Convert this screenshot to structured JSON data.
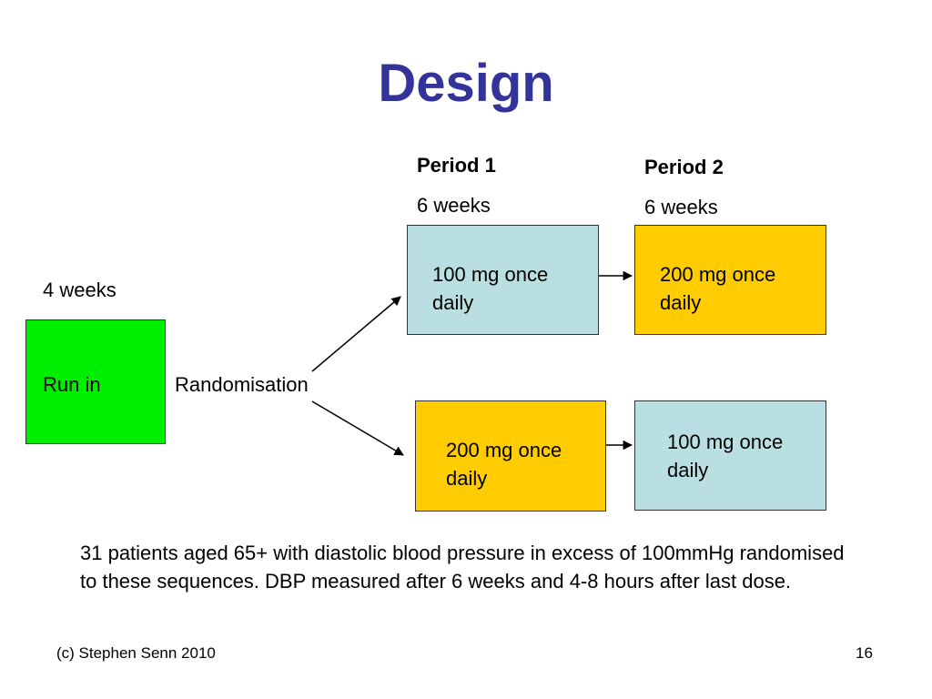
{
  "slide": {
    "title": "Design",
    "colors": {
      "title": "#333399",
      "run_in": "#00ee00",
      "dose_100": "#b9dfe3",
      "dose_200": "#ffcc00"
    },
    "period1": {
      "label": "Period 1",
      "duration": "6 weeks"
    },
    "period2": {
      "label": "Period 2",
      "duration": "6 weeks"
    },
    "run_in": {
      "duration": "4 weeks",
      "label": "Run in"
    },
    "randomisation": "Randomisation",
    "sequence1": {
      "period1": "100 mg once daily",
      "period2": "200 mg once daily"
    },
    "sequence2": {
      "period1": "200 mg once daily",
      "period2": "100 mg once daily"
    },
    "footnote": "31 patients aged 65+ with diastolic blood pressure in excess of 100mmHg randomised to these sequences. DBP measured after 6 weeks and 4-8 hours after last dose.",
    "footer": {
      "copyright": "(c) Stephen Senn 2010",
      "page_number": "16"
    }
  }
}
